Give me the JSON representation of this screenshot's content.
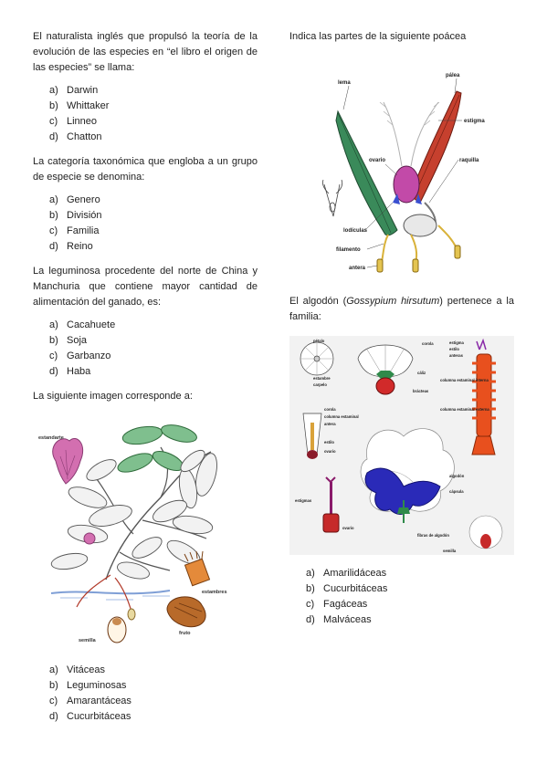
{
  "q1": {
    "text": "El naturalista inglés que propulsó la teoría de la evolución de las especies en “el libro el origen de las especies” se llama:",
    "options": [
      {
        "letter": "a)",
        "label": "Darwin"
      },
      {
        "letter": "b)",
        "label": "Whittaker"
      },
      {
        "letter": "c)",
        "label": "Linneo"
      },
      {
        "letter": "d)",
        "label": "Chatton"
      }
    ]
  },
  "q2": {
    "text": "La categoría taxonómica que engloba a un grupo de especie se denomina:",
    "options": [
      {
        "letter": "a)",
        "label": "Genero"
      },
      {
        "letter": "b)",
        "label": "División"
      },
      {
        "letter": "c)",
        "label": "Familia"
      },
      {
        "letter": "d)",
        "label": "Reino"
      }
    ]
  },
  "q3": {
    "text": "La leguminosa procedente del norte de China y Manchuria que contiene mayor cantidad de alimentación del ganado, es:",
    "options": [
      {
        "letter": "a)",
        "label": "Cacahuete"
      },
      {
        "letter": "b)",
        "label": "Soja"
      },
      {
        "letter": "c)",
        "label": "Garbanzo"
      },
      {
        "letter": "d)",
        "label": "Haba"
      }
    ]
  },
  "q4": {
    "text": "La siguiente imagen corresponde a:",
    "figure_labels": {
      "estandarte": "estandarte",
      "estambres": "estambres",
      "fruto": "fruto",
      "semilla": "semilla"
    },
    "options": [
      {
        "letter": "a)",
        "label": "Vitáceas"
      },
      {
        "letter": "b)",
        "label": "Leguminosas"
      },
      {
        "letter": "c)",
        "label": "Amarantáceas"
      },
      {
        "letter": "d)",
        "label": "Cucurbitáceas"
      }
    ]
  },
  "q5": {
    "text": "Indica las partes de la siguiente poácea",
    "figure_labels": {
      "lema": "lema",
      "palea": "pálea",
      "estigma": "estigma",
      "ovario": "ovario",
      "raquilla": "raquilla",
      "lodiculas": "lodículas",
      "filamento": "filamento",
      "antera": "antera"
    }
  },
  "q6": {
    "text_before": "El algodón (",
    "text_italic": "Gossypium hirsutum",
    "text_after": ") pertenece a la familia:",
    "figure_labels": {
      "petalo": "pétalo",
      "estambre": "estambre",
      "carpelo": "carpelo",
      "corola": "corola",
      "caliz": "cáliz",
      "bracteas": "brácteas",
      "estigma": "estigma",
      "estilo": "estilo",
      "anteras": "anteras",
      "col_int": "columna estaminal interna",
      "col_ext": "columna estaminal externa",
      "corola2": "corola",
      "col_est": "columna estaminal",
      "antera": "antera",
      "estilo2": "estilo",
      "ovario": "ovario",
      "algodon": "algodón",
      "capsula": "cápsula",
      "estigmas": "estigmas",
      "ovario2": "ovario",
      "fibras": "fibras de algodón",
      "semilla": "semilla"
    },
    "options": [
      {
        "letter": "a)",
        "label": "Amarilidáceas"
      },
      {
        "letter": "b)",
        "label": "Cucurbitáceas"
      },
      {
        "letter": "c)",
        "label": "Fagáceas"
      },
      {
        "letter": "d)",
        "label": "Malváceas"
      }
    ]
  }
}
